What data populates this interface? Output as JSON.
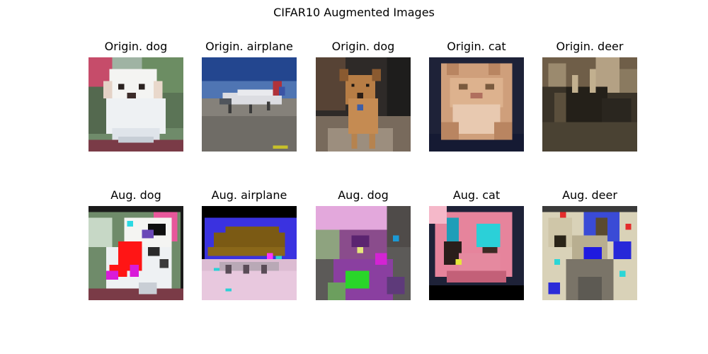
{
  "figure": {
    "title": "CIFAR10 Augmented Images"
  },
  "rows": {
    "original": {
      "labels": [
        "Origin. dog",
        "Origin. airplane",
        "Origin. dog",
        "Origin. cat",
        "Origin. deer"
      ]
    },
    "augmented": {
      "labels": [
        "Aug. dog",
        "Aug. airplane",
        "Aug. dog",
        "Aug. cat",
        "Aug. deer"
      ]
    }
  }
}
